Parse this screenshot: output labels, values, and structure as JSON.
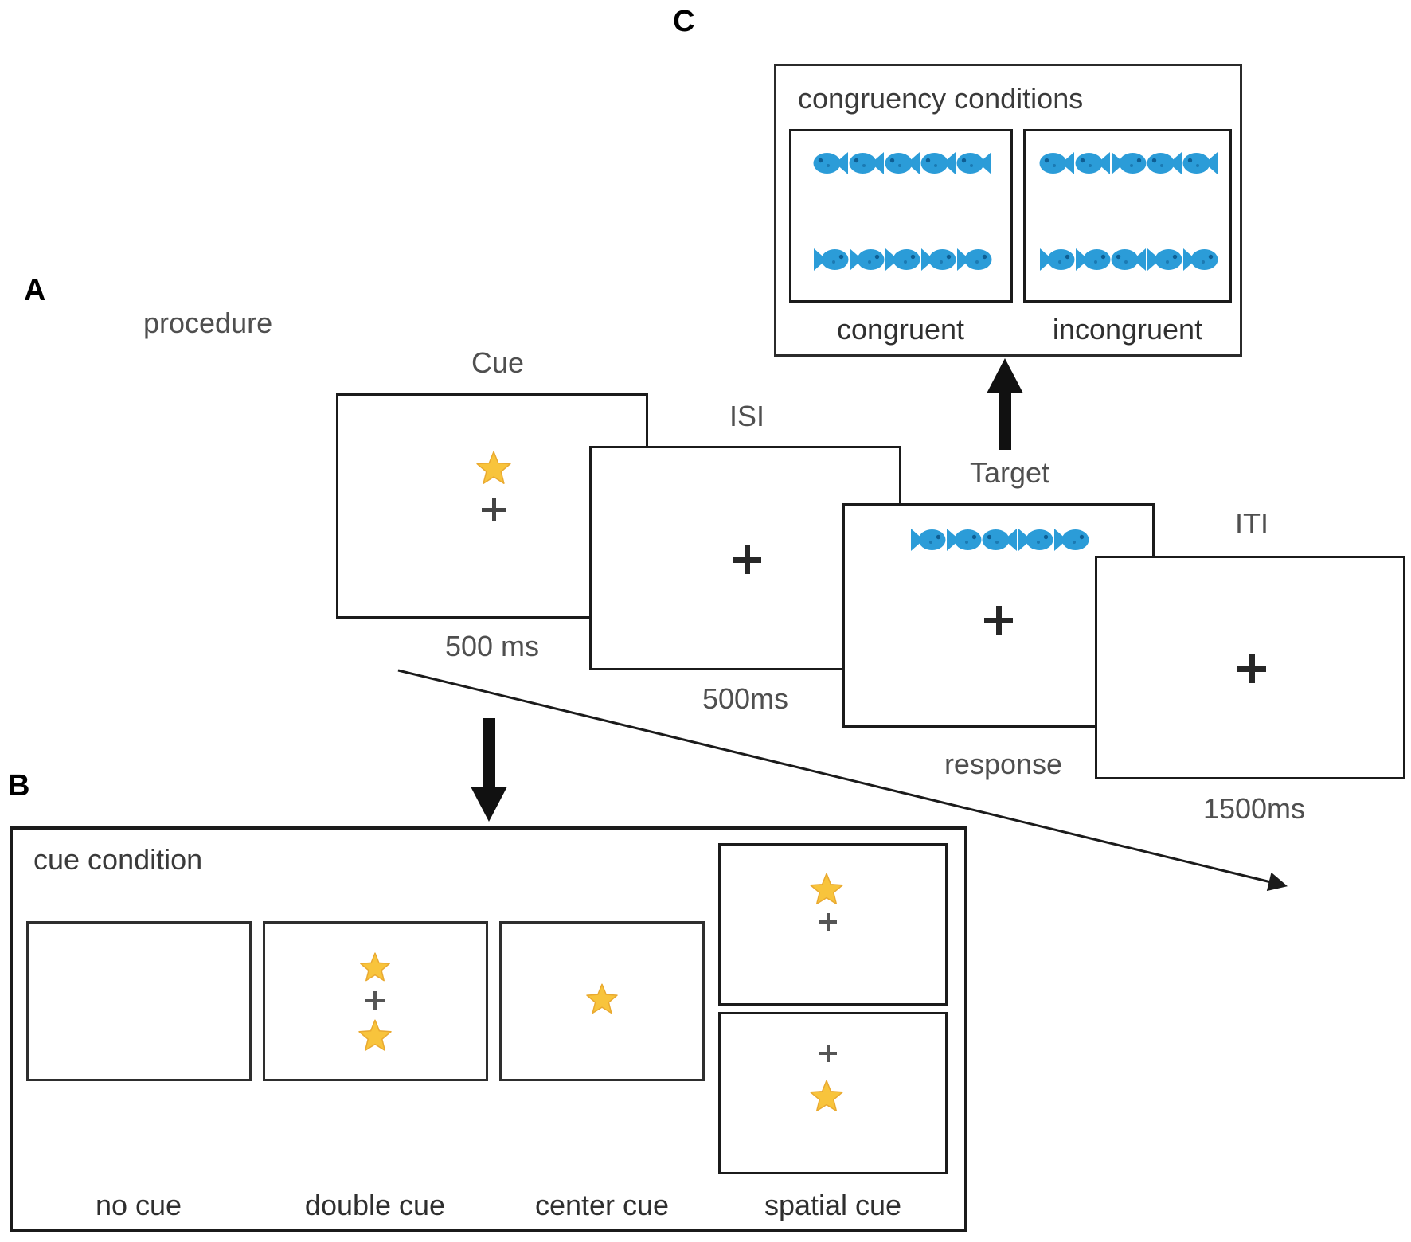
{
  "figure": {
    "panel_a": {
      "label": "A",
      "title": "procedure",
      "screens": [
        {
          "name": "Cue",
          "caption": "500 ms"
        },
        {
          "name": "ISI",
          "caption": "500ms"
        },
        {
          "name": "Target",
          "caption": "response"
        },
        {
          "name": "ITI",
          "caption": "1500ms"
        }
      ]
    },
    "panel_b": {
      "label": "B",
      "title": "cue condition",
      "conditions": [
        {
          "label": "no cue"
        },
        {
          "label": "double cue"
        },
        {
          "label": "center cue"
        },
        {
          "label": "spatial cue"
        }
      ]
    },
    "panel_c": {
      "label": "C",
      "title": "congruency conditions",
      "conditions": [
        {
          "label": "congruent",
          "rows": [
            [
              "left",
              "left",
              "left",
              "left",
              "left"
            ],
            [
              "right",
              "right",
              "right",
              "right",
              "right"
            ]
          ]
        },
        {
          "label": "incongruent",
          "rows": [
            [
              "left",
              "left",
              "right",
              "left",
              "left"
            ],
            [
              "right",
              "right",
              "left",
              "right",
              "right"
            ]
          ]
        }
      ]
    },
    "target_fish_row": [
      "right",
      "right",
      "left",
      "right",
      "right"
    ],
    "colors": {
      "fish": "#2B9CD8",
      "fish_eye": "#0E5E93",
      "star": "#F8C43C",
      "star_edge": "#E9A930",
      "arrow": "#111111"
    }
  }
}
